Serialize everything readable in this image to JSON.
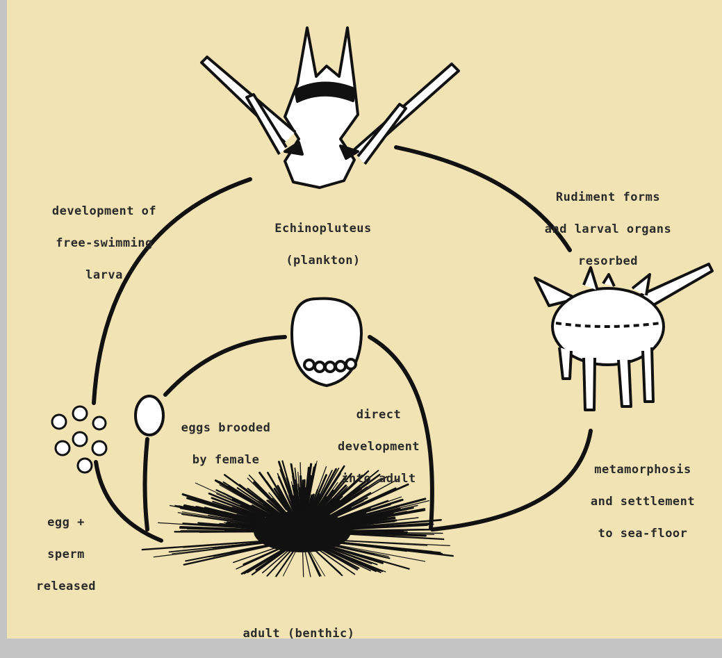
{
  "colors": {
    "background": "#f2e3b4",
    "frame": "#c4c4c4",
    "ink": "#111111",
    "text": "#2a2a2a"
  },
  "labels": {
    "echinopluteus": [
      "Echinopluteus",
      "(plankton)"
    ],
    "development_larva": [
      "development of",
      "free-swimming",
      "larva"
    ],
    "rudiment": [
      "Rudiment forms",
      "and larval organs",
      "resorbed"
    ],
    "metamorphosis": [
      "metamorphosis",
      "and settlement",
      "to sea-floor"
    ],
    "eggs_brooded": [
      "eggs brooded",
      "by female"
    ],
    "direct_development": [
      "direct",
      "development",
      "into adult"
    ],
    "egg_sperm": [
      "egg +",
      "sperm",
      "released"
    ],
    "adult": [
      "adult (benthic)"
    ]
  }
}
